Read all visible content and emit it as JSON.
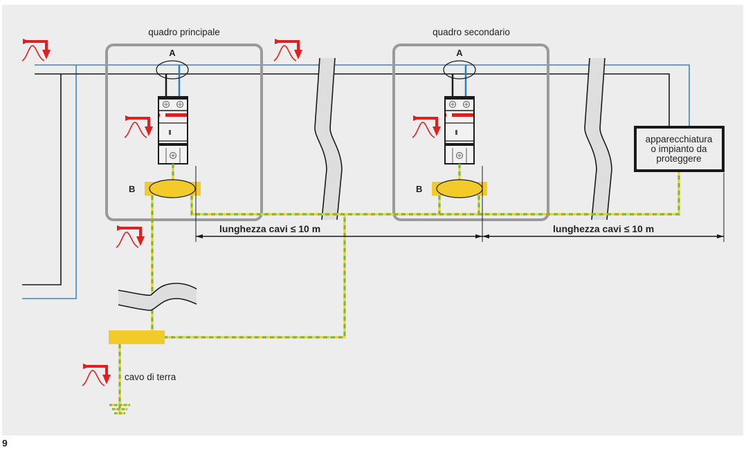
{
  "figure_number": "9",
  "labels": {
    "main_panel": "quadro principale",
    "secondary_panel": "quadro secondario",
    "point_a": "A",
    "point_b": "B",
    "equipment_line1": "apparecchiatura",
    "equipment_line2": "o impianto da",
    "equipment_line3": "proteggere",
    "cable_length_1": "lunghezza cavi ≤ 10 m",
    "cable_length_2": "lunghezza cavi ≤ 10 m",
    "earth_cable": "cavo di terra"
  },
  "colors": {
    "phase_wire": "#1a1a1a",
    "neutral_wire": "#3a86c4",
    "surge": "#e0201e",
    "earth_yellow": "#f2d21c",
    "earth_green": "#7ab648",
    "busbar": "#f2cb2a",
    "panel_border": "#9a9a9a"
  },
  "icons": {
    "surge": "surge-pulse-arrow-icon",
    "spd": "surge-protective-device-icon",
    "ground": "earth-ground-icon",
    "cable_break": "cable-break-icon"
  }
}
